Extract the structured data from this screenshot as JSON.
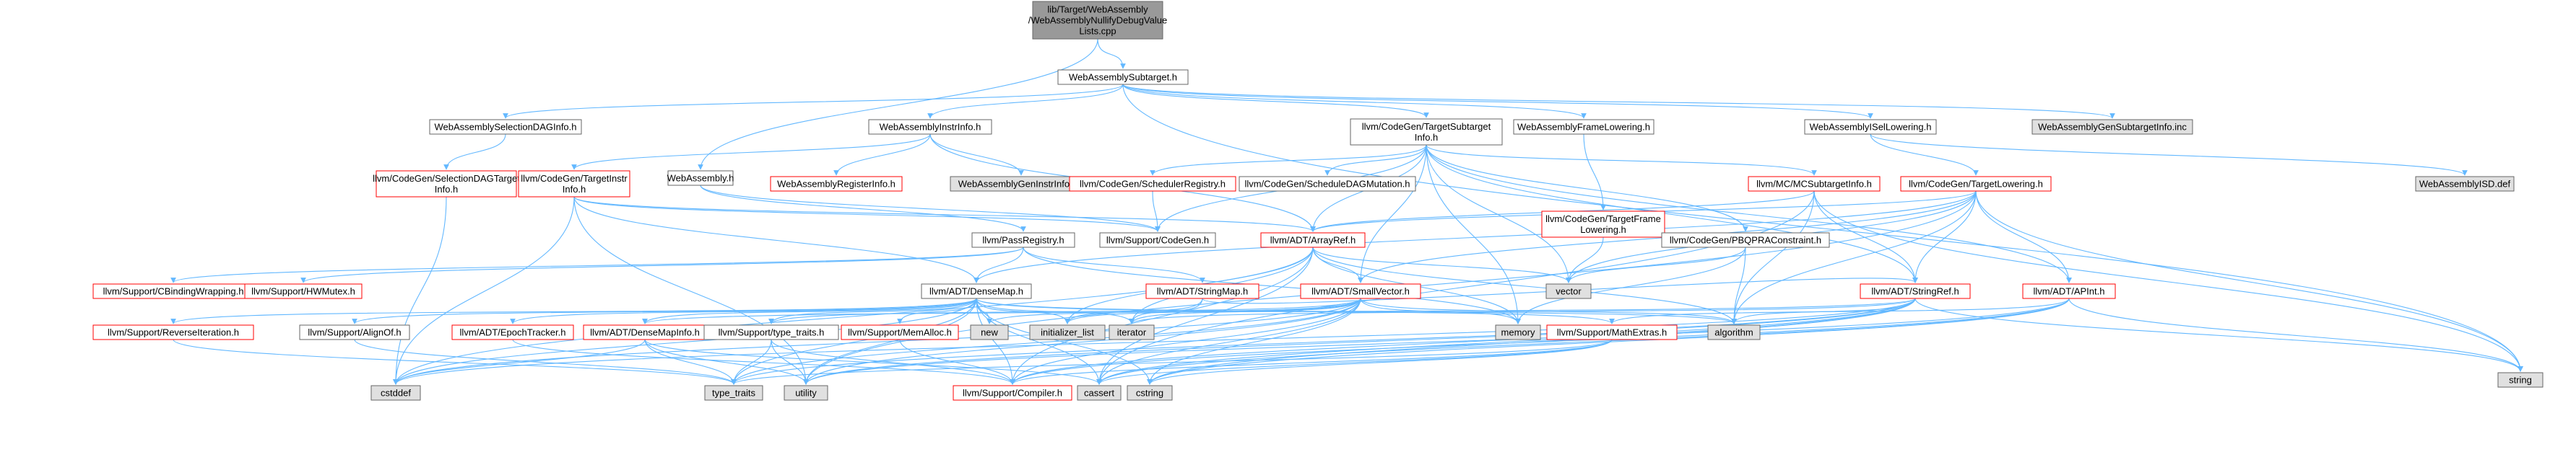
{
  "colors": {
    "edge": "#63b8ff",
    "node_border": "#666666",
    "node_border_red": "#ff0000",
    "node_fill": "#ffffff",
    "node_fill_focus": "#999999",
    "node_fill_gray": "#e0e0e0",
    "text": "#000000"
  },
  "nodes": [
    {
      "id": "root",
      "lines": [
        "lib/Target/WebAssembly",
        "/WebAssemblyNullifyDebugValue",
        "Lists.cpp"
      ],
      "style": "focus"
    },
    {
      "id": "subtarget",
      "lines": [
        "WebAssemblySubtarget.h"
      ],
      "style": "normal"
    },
    {
      "id": "wa",
      "lines": [
        "WebAssembly.h"
      ],
      "style": "normal"
    },
    {
      "id": "seldag",
      "lines": [
        "WebAssemblySelectionDAGInfo.h"
      ],
      "style": "normal"
    },
    {
      "id": "instrinfo",
      "lines": [
        "WebAssemblyInstrInfo.h"
      ],
      "style": "normal"
    },
    {
      "id": "tsi",
      "lines": [
        "llvm/CodeGen/TargetSubtarget",
        "Info.h"
      ],
      "style": "normal"
    },
    {
      "id": "frame",
      "lines": [
        "WebAssemblyFrameLowering.h"
      ],
      "style": "normal"
    },
    {
      "id": "isel",
      "lines": [
        "WebAssemblyISelLowering.h"
      ],
      "style": "normal"
    },
    {
      "id": "gensub",
      "lines": [
        "WebAssemblyGenSubtargetInfo.inc"
      ],
      "style": "gray"
    },
    {
      "id": "string",
      "lines": [
        "string"
      ],
      "style": "gray"
    },
    {
      "id": "seldagtarget",
      "lines": [
        "llvm/CodeGen/SelectionDAGTarget",
        "Info.h"
      ],
      "style": "red"
    },
    {
      "id": "targetinstr",
      "lines": [
        "llvm/CodeGen/TargetInstr",
        "Info.h"
      ],
      "style": "red"
    },
    {
      "id": "reginfo",
      "lines": [
        "WebAssemblyRegisterInfo.h"
      ],
      "style": "red"
    },
    {
      "id": "geninstr",
      "lines": [
        "WebAssemblyGenInstrInfo.inc"
      ],
      "style": "gray"
    },
    {
      "id": "schedreg",
      "lines": [
        "llvm/CodeGen/SchedulerRegistry.h"
      ],
      "style": "red"
    },
    {
      "id": "scheddag",
      "lines": [
        "llvm/CodeGen/ScheduleDAGMutation.h"
      ],
      "style": "normal"
    },
    {
      "id": "mcsub",
      "lines": [
        "llvm/MC/MCSubtargetInfo.h"
      ],
      "style": "red"
    },
    {
      "id": "targetlow",
      "lines": [
        "llvm/CodeGen/TargetLowering.h"
      ],
      "style": "red"
    },
    {
      "id": "isd",
      "lines": [
        "WebAssemblyISD.def"
      ],
      "style": "gray"
    },
    {
      "id": "tfl",
      "lines": [
        "llvm/CodeGen/TargetFrame",
        "Lowering.h"
      ],
      "style": "red"
    },
    {
      "id": "pbqp",
      "lines": [
        "llvm/CodeGen/PBQPRAConstraint.h"
      ],
      "style": "normal"
    },
    {
      "id": "passreg",
      "lines": [
        "llvm/PassRegistry.h"
      ],
      "style": "normal"
    },
    {
      "id": "codegen",
      "lines": [
        "llvm/Support/CodeGen.h"
      ],
      "style": "normal"
    },
    {
      "id": "arrayref",
      "lines": [
        "llvm/ADT/ArrayRef.h"
      ],
      "style": "red"
    },
    {
      "id": "cbinding",
      "lines": [
        "llvm/Support/CBindingWrapping.h"
      ],
      "style": "red"
    },
    {
      "id": "hwmutex",
      "lines": [
        "llvm/Support/HWMutex.h"
      ],
      "style": "red"
    },
    {
      "id": "densemap",
      "lines": [
        "llvm/ADT/DenseMap.h"
      ],
      "style": "normal"
    },
    {
      "id": "stringmap",
      "lines": [
        "llvm/ADT/StringMap.h"
      ],
      "style": "red"
    },
    {
      "id": "smallvec",
      "lines": [
        "llvm/ADT/SmallVector.h"
      ],
      "style": "red"
    },
    {
      "id": "vector",
      "lines": [
        "vector"
      ],
      "style": "gray"
    },
    {
      "id": "stringref",
      "lines": [
        "llvm/ADT/StringRef.h"
      ],
      "style": "red"
    },
    {
      "id": "apint",
      "lines": [
        "llvm/ADT/APInt.h"
      ],
      "style": "red"
    },
    {
      "id": "reverseiter",
      "lines": [
        "llvm/Support/ReverseIteration.h"
      ],
      "style": "red"
    },
    {
      "id": "alignof",
      "lines": [
        "llvm/Support/AlignOf.h"
      ],
      "style": "normal"
    },
    {
      "id": "epoch",
      "lines": [
        "llvm/ADT/EpochTracker.h"
      ],
      "style": "red"
    },
    {
      "id": "densemapinfo",
      "lines": [
        "llvm/ADT/DenseMapInfo.h"
      ],
      "style": "red"
    },
    {
      "id": "typetraitsh",
      "lines": [
        "llvm/Support/type_traits.h"
      ],
      "style": "normal"
    },
    {
      "id": "memalloc",
      "lines": [
        "llvm/Support/MemAlloc.h"
      ],
      "style": "red"
    },
    {
      "id": "new",
      "lines": [
        "new"
      ],
      "style": "gray"
    },
    {
      "id": "initlist",
      "lines": [
        "initializer_list"
      ],
      "style": "gray"
    },
    {
      "id": "iterator",
      "lines": [
        "iterator"
      ],
      "style": "gray"
    },
    {
      "id": "memory",
      "lines": [
        "memory"
      ],
      "style": "gray"
    },
    {
      "id": "mathextras",
      "lines": [
        "llvm/Support/MathExtras.h"
      ],
      "style": "red"
    },
    {
      "id": "algorithm",
      "lines": [
        "algorithm"
      ],
      "style": "gray"
    },
    {
      "id": "cstddef",
      "lines": [
        "cstddef"
      ],
      "style": "gray"
    },
    {
      "id": "typetraits",
      "lines": [
        "type_traits"
      ],
      "style": "gray"
    },
    {
      "id": "utility",
      "lines": [
        "utility"
      ],
      "style": "gray"
    },
    {
      "id": "compiler",
      "lines": [
        "llvm/Support/Compiler.h"
      ],
      "style": "red"
    },
    {
      "id": "cassert",
      "lines": [
        "cassert"
      ],
      "style": "gray"
    },
    {
      "id": "cstring",
      "lines": [
        "cstring"
      ],
      "style": "gray"
    }
  ],
  "edges": [
    [
      "root",
      "subtarget"
    ],
    [
      "root",
      "wa"
    ],
    [
      "subtarget",
      "seldag"
    ],
    [
      "subtarget",
      "instrinfo"
    ],
    [
      "subtarget",
      "tsi"
    ],
    [
      "subtarget",
      "frame"
    ],
    [
      "subtarget",
      "isel"
    ],
    [
      "subtarget",
      "gensub"
    ],
    [
      "subtarget",
      "string"
    ],
    [
      "wa",
      "codegen"
    ],
    [
      "wa",
      "passreg"
    ],
    [
      "seldag",
      "seldagtarget"
    ],
    [
      "instrinfo",
      "targetinstr"
    ],
    [
      "instrinfo",
      "reginfo"
    ],
    [
      "instrinfo",
      "geninstr"
    ],
    [
      "instrinfo",
      "arrayref"
    ],
    [
      "tsi",
      "schedreg"
    ],
    [
      "tsi",
      "scheddag"
    ],
    [
      "tsi",
      "mcsub"
    ],
    [
      "tsi",
      "pbqp"
    ],
    [
      "tsi",
      "arrayref"
    ],
    [
      "tsi",
      "codegen"
    ],
    [
      "tsi",
      "smallvec"
    ],
    [
      "tsi",
      "stringref"
    ],
    [
      "tsi",
      "vector"
    ],
    [
      "tsi",
      "memory"
    ],
    [
      "tsi",
      "apint"
    ],
    [
      "frame",
      "tfl"
    ],
    [
      "isel",
      "targetlow"
    ],
    [
      "isel",
      "isd"
    ],
    [
      "seldagtarget",
      "cstddef"
    ],
    [
      "targetinstr",
      "densemap"
    ],
    [
      "targetinstr",
      "arrayref"
    ],
    [
      "targetinstr",
      "codegen"
    ],
    [
      "targetinstr",
      "cstddef"
    ],
    [
      "targetinstr",
      "utility"
    ],
    [
      "schedreg",
      "codegen"
    ],
    [
      "mcsub",
      "arrayref"
    ],
    [
      "mcsub",
      "stringref"
    ],
    [
      "mcsub",
      "algorithm"
    ],
    [
      "mcsub",
      "cassert"
    ],
    [
      "mcsub",
      "string"
    ],
    [
      "targetlow",
      "arrayref"
    ],
    [
      "targetlow",
      "stringref"
    ],
    [
      "targetlow",
      "smallvec"
    ],
    [
      "targetlow",
      "densemap"
    ],
    [
      "targetlow",
      "apint"
    ],
    [
      "targetlow",
      "vector"
    ],
    [
      "targetlow",
      "string"
    ],
    [
      "targetlow",
      "algorithm"
    ],
    [
      "targetlow",
      "utility"
    ],
    [
      "tfl",
      "vector"
    ],
    [
      "pbqp",
      "vector"
    ],
    [
      "pbqp",
      "memory"
    ],
    [
      "pbqp",
      "algorithm"
    ],
    [
      "passreg",
      "densemap"
    ],
    [
      "passreg",
      "stringmap"
    ],
    [
      "passreg",
      "cbinding"
    ],
    [
      "passreg",
      "hwmutex"
    ],
    [
      "passreg",
      "memory"
    ],
    [
      "arrayref",
      "smallvec"
    ],
    [
      "arrayref",
      "compiler"
    ],
    [
      "arrayref",
      "algorithm"
    ],
    [
      "arrayref",
      "cassert"
    ],
    [
      "arrayref",
      "cstddef"
    ],
    [
      "arrayref",
      "initlist"
    ],
    [
      "arrayref",
      "iterator"
    ],
    [
      "arrayref",
      "memory"
    ],
    [
      "arrayref",
      "type_traits_dummy"
    ],
    [
      "arrayref",
      "vector"
    ],
    [
      "densemap",
      "epoch"
    ],
    [
      "densemap",
      "densemapinfo"
    ],
    [
      "densemap",
      "alignof"
    ],
    [
      "densemap",
      "compiler"
    ],
    [
      "densemap",
      "mathextras"
    ],
    [
      "densemap",
      "memalloc"
    ],
    [
      "densemap",
      "reverseiter"
    ],
    [
      "densemap",
      "typetraitsh"
    ],
    [
      "densemap",
      "algorithm"
    ],
    [
      "densemap",
      "cassert"
    ],
    [
      "densemap",
      "cstddef"
    ],
    [
      "densemap",
      "cstring"
    ],
    [
      "densemap",
      "initlist"
    ],
    [
      "densemap",
      "iterator"
    ],
    [
      "densemap",
      "new"
    ],
    [
      "densemap",
      "typetraits"
    ],
    [
      "densemap",
      "utility"
    ],
    [
      "stringmap",
      "stringref"
    ],
    [
      "stringmap",
      "initlist"
    ],
    [
      "stringmap",
      "iterator"
    ],
    [
      "smallvec",
      "compiler"
    ],
    [
      "smallvec",
      "typetraitsh"
    ],
    [
      "smallvec",
      "algorithm"
    ],
    [
      "smallvec",
      "cassert"
    ],
    [
      "smallvec",
      "cstddef"
    ],
    [
      "smallvec",
      "cstring"
    ],
    [
      "smallvec",
      "initlist"
    ],
    [
      "smallvec",
      "iterator"
    ],
    [
      "smallvec",
      "memory"
    ],
    [
      "smallvec",
      "new"
    ],
    [
      "smallvec",
      "typetraits"
    ],
    [
      "smallvec",
      "utility"
    ],
    [
      "stringref",
      "densemapinfo"
    ],
    [
      "stringref",
      "compiler"
    ],
    [
      "stringref",
      "algorithm"
    ],
    [
      "stringref",
      "cassert"
    ],
    [
      "stringref",
      "cstddef"
    ],
    [
      "stringref",
      "cstring"
    ],
    [
      "stringref",
      "iterator"
    ],
    [
      "stringref",
      "string"
    ],
    [
      "stringref",
      "typetraits"
    ],
    [
      "stringref",
      "utility"
    ],
    [
      "apint",
      "compiler"
    ],
    [
      "apint",
      "mathextras"
    ],
    [
      "apint",
      "cassert"
    ],
    [
      "apint",
      "string"
    ],
    [
      "apint",
      "utility"
    ],
    [
      "apint",
      "cstring"
    ],
    [
      "reverseiter",
      "typetraits"
    ],
    [
      "alignof",
      "typetraits"
    ],
    [
      "epoch",
      "compiler"
    ],
    [
      "densemapinfo",
      "cassert"
    ],
    [
      "densemapinfo",
      "cstddef"
    ],
    [
      "densemapinfo",
      "typetraits"
    ],
    [
      "densemapinfo",
      "utility"
    ],
    [
      "typetraitsh",
      "compiler"
    ],
    [
      "typetraitsh",
      "typetraits"
    ],
    [
      "typetraitsh",
      "utility"
    ],
    [
      "memalloc",
      "compiler"
    ],
    [
      "mathextras",
      "compiler"
    ],
    [
      "mathextras",
      "cassert"
    ],
    [
      "mathextras",
      "cstring"
    ],
    [
      "mathextras",
      "typetraits"
    ]
  ]
}
